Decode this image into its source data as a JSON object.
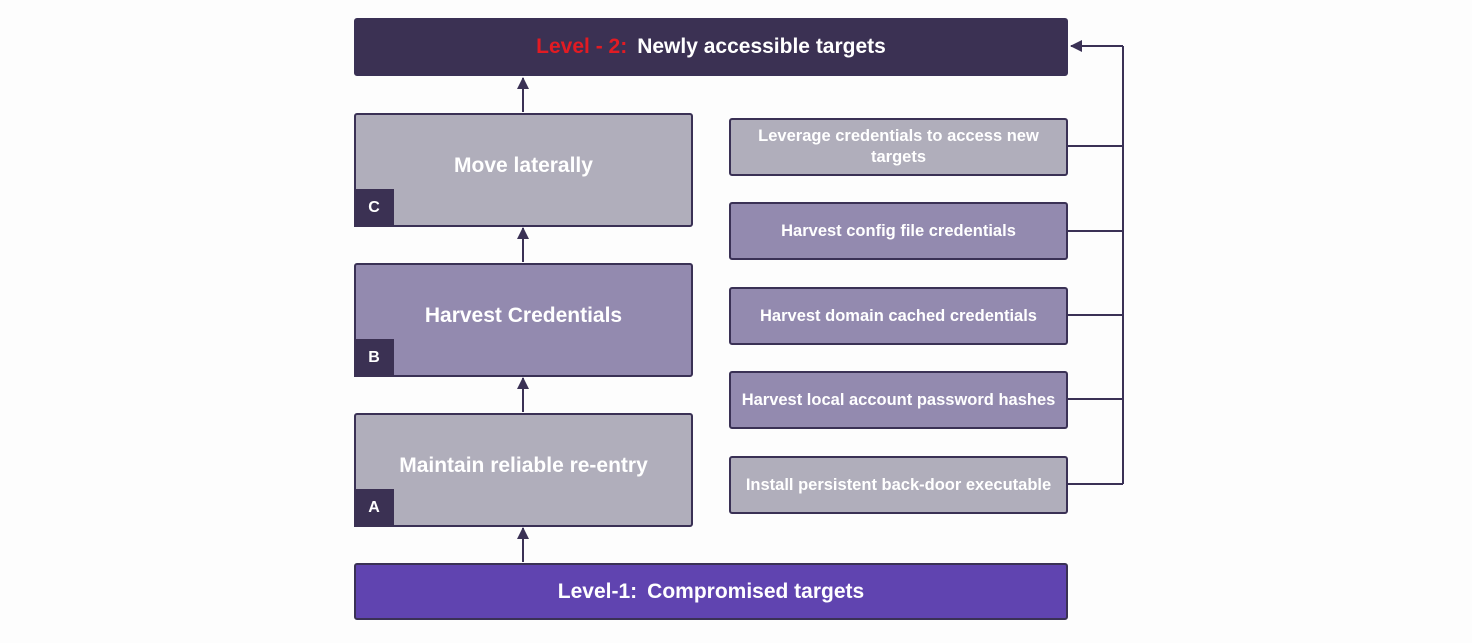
{
  "level2": {
    "prefix": "Level - 2:",
    "text": "Newly accessible targets"
  },
  "level1": {
    "prefix": "Level-1:",
    "text": "Compromised targets"
  },
  "steps": [
    {
      "label": "Move laterally",
      "tag": "C"
    },
    {
      "label": "Harvest Credentials",
      "tag": "B"
    },
    {
      "label": "Maintain reliable re-entry",
      "tag": "A"
    }
  ],
  "actions": [
    "Leverage credentials to access new targets",
    "Harvest config file credentials",
    "Harvest domain cached credentials",
    "Harvest local account password hashes",
    "Install persistent back-door executable"
  ],
  "colors": {
    "dark": "#3b3153",
    "level1": "#6044b0",
    "grey": "#b0aebb",
    "purple": "#938aaf",
    "highlight": "#e21b23"
  }
}
